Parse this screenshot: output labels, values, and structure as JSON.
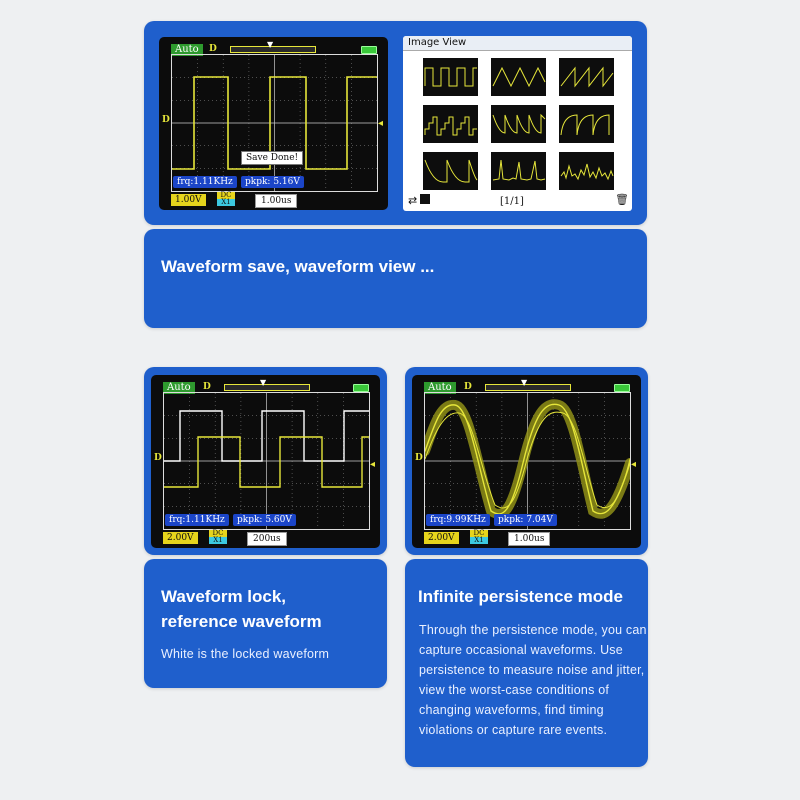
{
  "colors": {
    "panel": "#1f5fcc",
    "trace": "#e6e63a",
    "reference": "#ffffff",
    "meas_bg": "#1b45c8"
  },
  "scope1": {
    "mode": "Auto",
    "trigger_label": "D",
    "frequency": "frq:1.11KHz",
    "peak_to_peak": "pkpk: 5.16V",
    "volts_div": "1.00V",
    "coupling": "DC",
    "probe": "X1",
    "time_div": "1.00us",
    "status": "Save Done!"
  },
  "image_view": {
    "title": "Image View",
    "page": "[1/1]",
    "icons": [
      "rotate-icon",
      "trash-icon"
    ]
  },
  "panel1_text": {
    "title": "Waveform save, waveform view ..."
  },
  "scope2": {
    "mode": "Auto",
    "trigger_label": "D",
    "frequency": "frq:1.11KHz",
    "peak_to_peak": "pkpk: 5.60V",
    "volts_div": "2.00V",
    "coupling": "DC",
    "probe": "X1",
    "time_div": "200us"
  },
  "scope3": {
    "mode": "Auto",
    "trigger_label": "D",
    "frequency": "frq:9.99KHz",
    "peak_to_peak": "pkpk: 7.04V",
    "volts_div": "2.00V",
    "coupling": "DC",
    "probe": "X1",
    "time_div": "1.00us"
  },
  "panel2_text": {
    "title_line1": "Waveform lock,",
    "title_line2": "reference waveform",
    "description": "White is the locked waveform"
  },
  "panel3_text": {
    "title": "Infinite persistence mode",
    "lines": [
      "Through the persistence mode, you can",
      "capture occasional waveforms. Use",
      "persistence to measure noise and jitter,",
      "view the worst-case conditions of",
      "changing waveforms, find timing",
      "violations or capture rare events."
    ]
  }
}
